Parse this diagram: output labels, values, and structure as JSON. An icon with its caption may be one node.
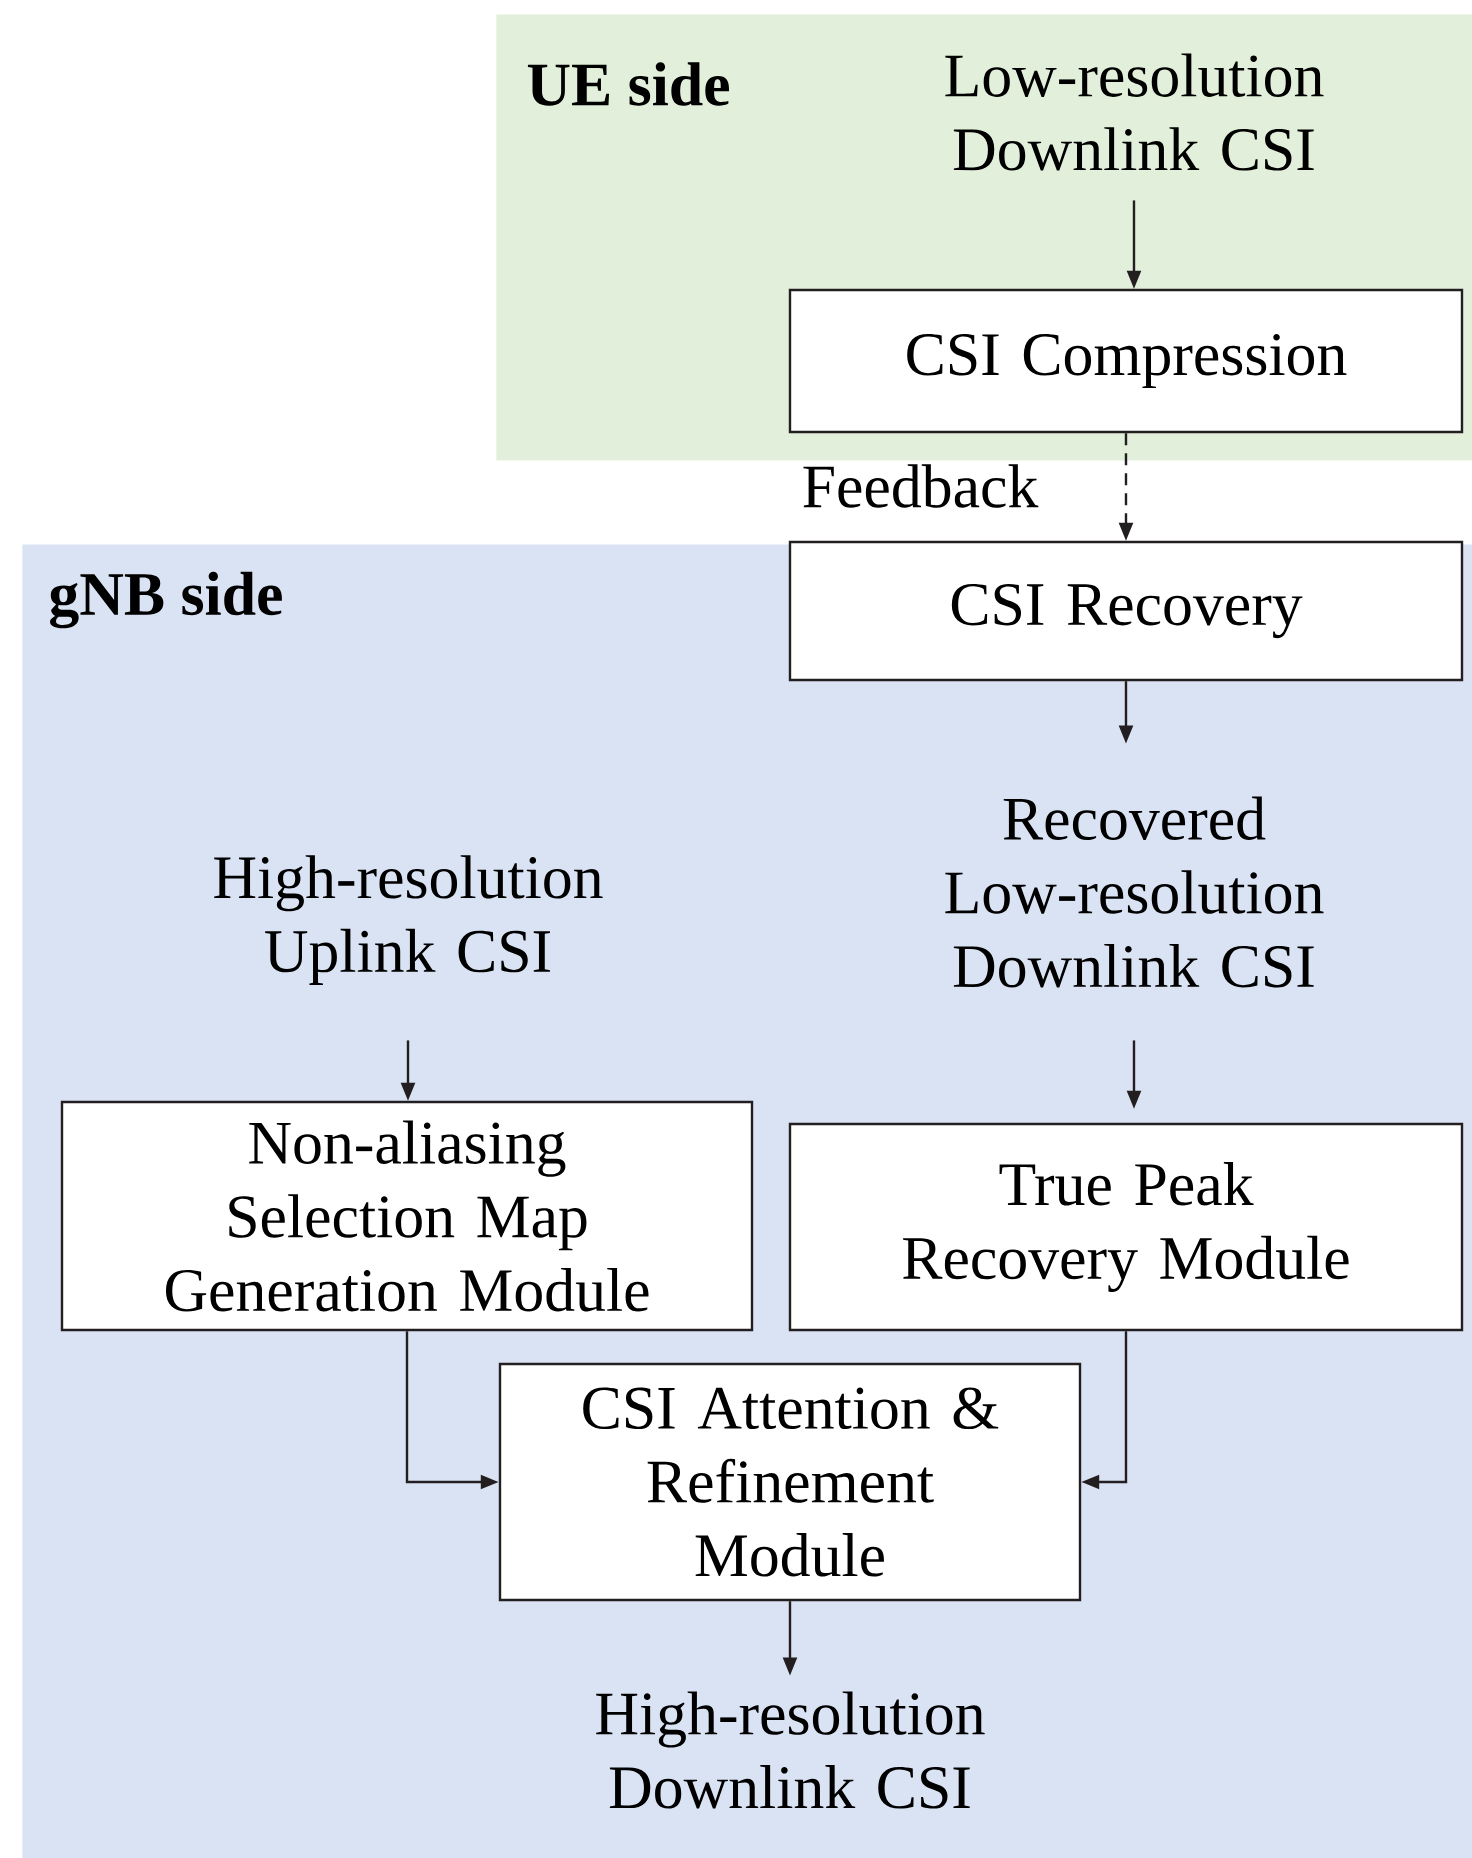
{
  "diagram": {
    "nodes": [
      {
        "text": [
          "UE side"
        ]
      },
      {
        "text": [
          "Low-resolution Downlink CSI"
        ],
        "in": 0
      },
      {
        "text": [
          "CSI Compression"
        ],
        "in": 0
      },
      {
        "text": [
          "gNB side"
        ]
      },
      {
        "text": [
          "CSI Recovery"
        ],
        "in": 3
      },
      {
        "text": [
          "Recovered Low-resolution Downlink CSI"
        ],
        "in": 3
      },
      {
        "text": [
          "High-resolution Uplink CSI"
        ],
        "in": 3
      },
      {
        "text": [
          "Non-aliasing Selection Map Generation Module"
        ],
        "in": 3
      },
      {
        "text": [
          "True Peak Recovery Module"
        ],
        "in": 3
      },
      {
        "text": [
          "CSI Attention & Refinement Module"
        ],
        "in": 3
      },
      {
        "text": [
          "High-resolution Downlink CSI"
        ],
        "in": 3
      }
    ],
    "edges": [
      {
        "from": 1,
        "to": 2,
        "arrow": "to"
      },
      {
        "from": 2,
        "to": 4,
        "arrow": "to",
        "label": "Feedback",
        "style": "dashed"
      },
      {
        "from": 4,
        "to": 5,
        "arrow": "to"
      },
      {
        "from": 6,
        "to": 7,
        "arrow": "to"
      },
      {
        "from": 5,
        "to": 8,
        "arrow": "to"
      },
      {
        "from": 7,
        "to": 9,
        "arrow": "to"
      },
      {
        "from": 8,
        "to": 9,
        "arrow": "to"
      },
      {
        "from": 9,
        "to": 10,
        "arrow": "to"
      }
    ]
  }
}
